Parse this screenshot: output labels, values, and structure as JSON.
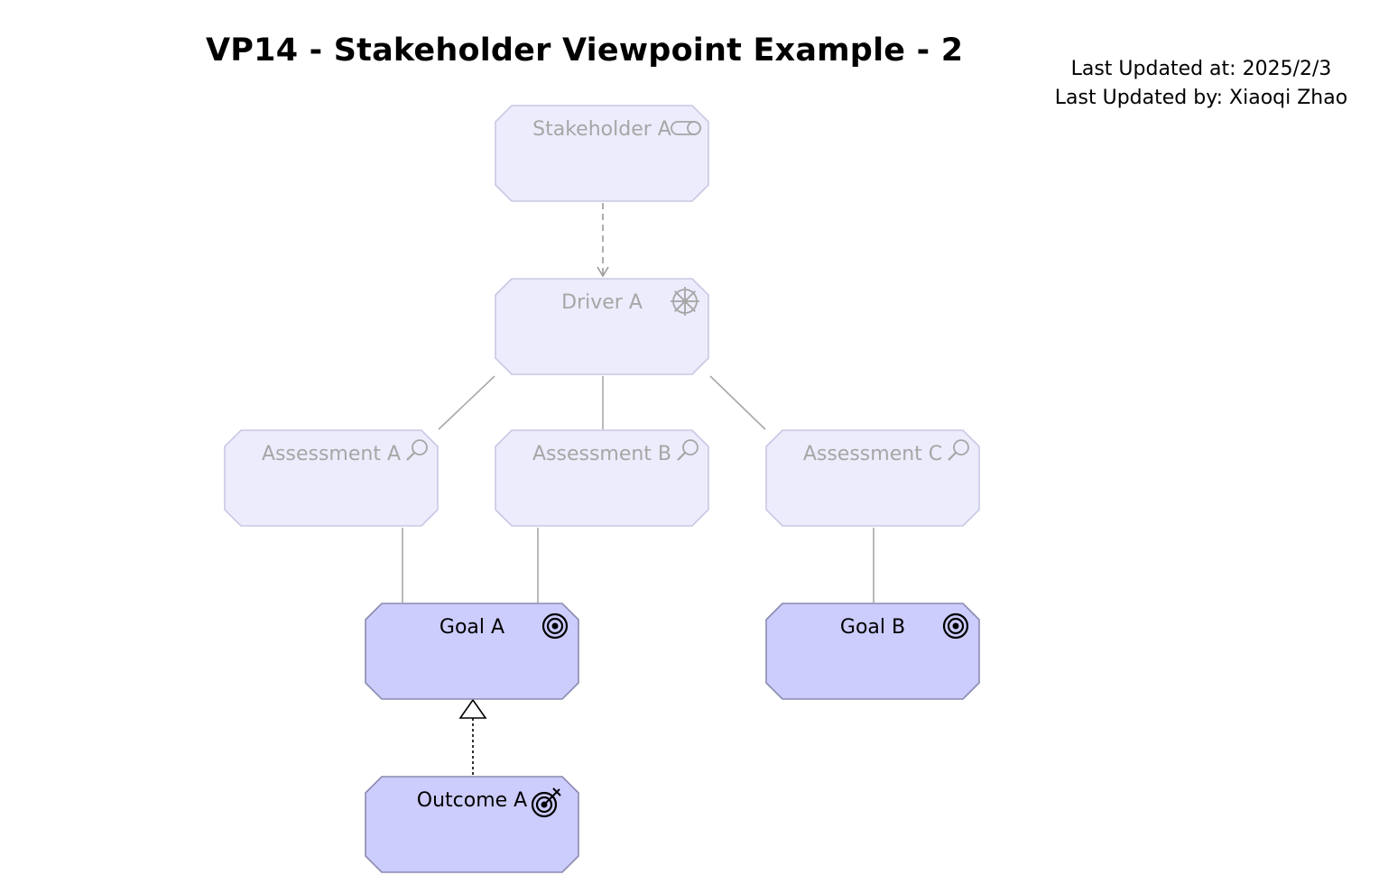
{
  "title": "VP14 - Stakeholder Viewpoint Example - 2",
  "meta": {
    "updated_at": "Last Updated at: 2025/2/3",
    "updated_by": "Last Updated by: Xiaoqi Zhao"
  },
  "colors": {
    "faded_fill": "#ececfc",
    "faded_stroke": "#c8c8e4",
    "faded_text": "#a6a6a6",
    "active_fill": "#ccccfd",
    "active_stroke": "#8a8ab0",
    "active_text": "#000000",
    "line": "#a8a8a8"
  },
  "nodes": [
    {
      "id": "stakeholder-a",
      "label": "Stakeholder A",
      "icon": "stakeholder-icon",
      "faded": true
    },
    {
      "id": "driver-a",
      "label": "Driver A",
      "icon": "driver-icon",
      "faded": true
    },
    {
      "id": "assessment-a",
      "label": "Assessment A",
      "icon": "assessment-icon",
      "faded": true
    },
    {
      "id": "assessment-b",
      "label": "Assessment B",
      "icon": "assessment-icon",
      "faded": true
    },
    {
      "id": "assessment-c",
      "label": "Assessment C",
      "icon": "assessment-icon",
      "faded": true
    },
    {
      "id": "goal-a",
      "label": "Goal A",
      "icon": "goal-icon",
      "faded": false
    },
    {
      "id": "goal-b",
      "label": "Goal B",
      "icon": "goal-icon",
      "faded": false
    },
    {
      "id": "outcome-a",
      "label": "Outcome A",
      "icon": "outcome-icon",
      "faded": false
    }
  ],
  "edges": [
    {
      "from": "stakeholder-a",
      "to": "driver-a",
      "type": "influence"
    },
    {
      "from": "driver-a",
      "to": "assessment-a",
      "type": "association"
    },
    {
      "from": "driver-a",
      "to": "assessment-b",
      "type": "association"
    },
    {
      "from": "driver-a",
      "to": "assessment-c",
      "type": "association"
    },
    {
      "from": "assessment-a",
      "to": "goal-a",
      "type": "association"
    },
    {
      "from": "assessment-b",
      "to": "goal-a",
      "type": "association"
    },
    {
      "from": "assessment-c",
      "to": "goal-b",
      "type": "association"
    },
    {
      "from": "outcome-a",
      "to": "goal-a",
      "type": "realization"
    }
  ]
}
